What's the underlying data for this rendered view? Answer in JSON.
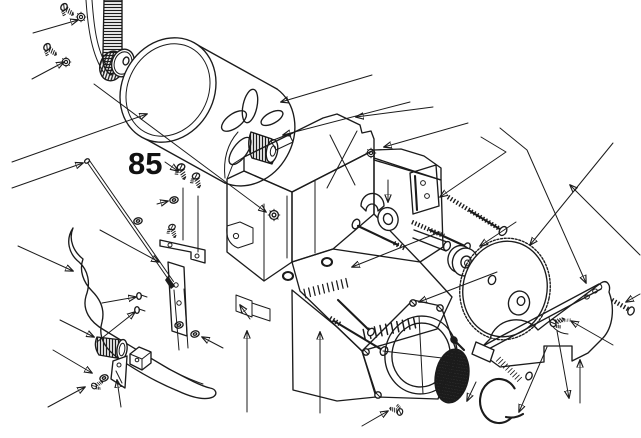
{
  "diagram": {
    "callout_label": "85",
    "background_color": "#ffffff",
    "line_color": "#1b1b1b",
    "description": "exploded-parts-line-drawing",
    "parts": [
      "mounting-screws",
      "hex-nuts",
      "drive-belt",
      "belt-pulley",
      "motor",
      "cooling-fan",
      "fan-pulley",
      "gear-housing",
      "bearing-clamp",
      "bearing",
      "arbor-shaft",
      "long-bolts",
      "compression-springs",
      "blade-flange",
      "saw-blade",
      "blade-guard-plate",
      "guard-rod-with-spring",
      "retaining-ring",
      "cover-plate-with-port",
      "vent-mesh",
      "support-bracket",
      "guide-rod",
      "threaded-knob",
      "switch-block",
      "washers",
      "leader-arrows"
    ]
  }
}
